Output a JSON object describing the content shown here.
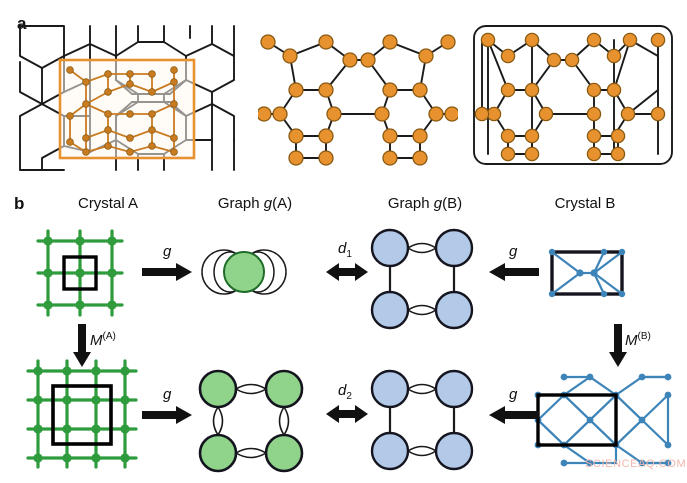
{
  "figure": {
    "panels": [
      {
        "letter": "a",
        "name": "crystal-structure-to-graph"
      },
      {
        "letter": "b",
        "name": "graph-distance-workflow"
      }
    ],
    "watermark": "SCIENCEAQ.COM"
  },
  "panel_a": {
    "letter": "a",
    "items": [
      {
        "name": "pentagonal-tiling-crystal",
        "description": "Pentagonal/octagonal tiling with highlighted unit-cell rectangle",
        "line_color": "#1a1a1a",
        "highlight_color": "#e8922f",
        "node_color": "#c97b20"
      },
      {
        "name": "extracted-graph",
        "description": "Orange-node graph extracted from the highlighted region",
        "node_color": "#e8922f",
        "node_stroke": "#8a5a12",
        "edge_color": "#1a1a1a"
      },
      {
        "name": "periodic-quotient-graph",
        "description": "Quotient graph with wrap-around edges drawn inside a rounded box",
        "node_color": "#e8922f",
        "node_stroke": "#8a5a12",
        "edge_color": "#1a1a1a"
      }
    ]
  },
  "panel_b": {
    "letter": "b",
    "column_titles": [
      {
        "name": "crystal-a-title",
        "text_plain": "Crystal A",
        "prefix": "Crystal ",
        "italic": "",
        "suffix": "A"
      },
      {
        "name": "graph-ga-title",
        "prefix": "Graph ",
        "italic": "g",
        "suffix": "(A)"
      },
      {
        "name": "graph-gb-title",
        "prefix": "Graph ",
        "italic": "g",
        "suffix": "(B)"
      },
      {
        "name": "crystal-b-title",
        "prefix": "Crystal ",
        "italic": "",
        "suffix": "B"
      }
    ],
    "arrow_labels": [
      {
        "name": "g-label-top-left",
        "text": "g",
        "kind": "map"
      },
      {
        "name": "g-label-top-right",
        "text": "g",
        "kind": "map"
      },
      {
        "name": "g-label-bottom-left",
        "text": "g",
        "kind": "map"
      },
      {
        "name": "g-label-bottom-right",
        "text": "g",
        "kind": "map"
      },
      {
        "name": "d1-label",
        "base": "d",
        "sub": "1",
        "kind": "distance"
      },
      {
        "name": "d2-label",
        "base": "d",
        "sub": "2",
        "kind": "distance"
      },
      {
        "name": "ma-label",
        "base": "M",
        "sup": "(A)",
        "kind": "supercell"
      },
      {
        "name": "mb-label",
        "base": "M",
        "sup": "(B)",
        "kind": "supercell"
      }
    ],
    "colors": {
      "crystal_a": "#2e9c3c",
      "crystal_b": "#3d84b8",
      "graph_a_fill": "#8fd48a",
      "graph_b_fill": "#b3c9e8",
      "arrow": "#111111",
      "unit_cell": "#000000"
    },
    "crystal_a_top": {
      "name": "crystal-a-unit",
      "grid": "3x3",
      "unit_cell": "1x1"
    },
    "crystal_a_bottom": {
      "name": "crystal-a-supercell",
      "grid": "4x4",
      "unit_cell": "2x2"
    },
    "crystal_b_top": {
      "name": "crystal-b-unit",
      "motif": "bowtie-in-rectangle"
    },
    "crystal_b_bottom": {
      "name": "crystal-b-supercell",
      "motif": "tiled-bowtie-lattice"
    },
    "graph_a_top": {
      "name": "graph-ga-single-node",
      "nodes": 1,
      "self_loops": 4
    },
    "graph_a_bottom": {
      "name": "graph-ga-four-node",
      "nodes": 4,
      "double_edges": 4
    },
    "graph_b_top": {
      "name": "graph-gb-four-node",
      "nodes": 4,
      "double_edges": 2,
      "single_edges": 2
    },
    "graph_b_bottom": {
      "name": "graph-gb-four-node-copy",
      "nodes": 4,
      "double_edges": 2,
      "single_edges": 2
    }
  }
}
